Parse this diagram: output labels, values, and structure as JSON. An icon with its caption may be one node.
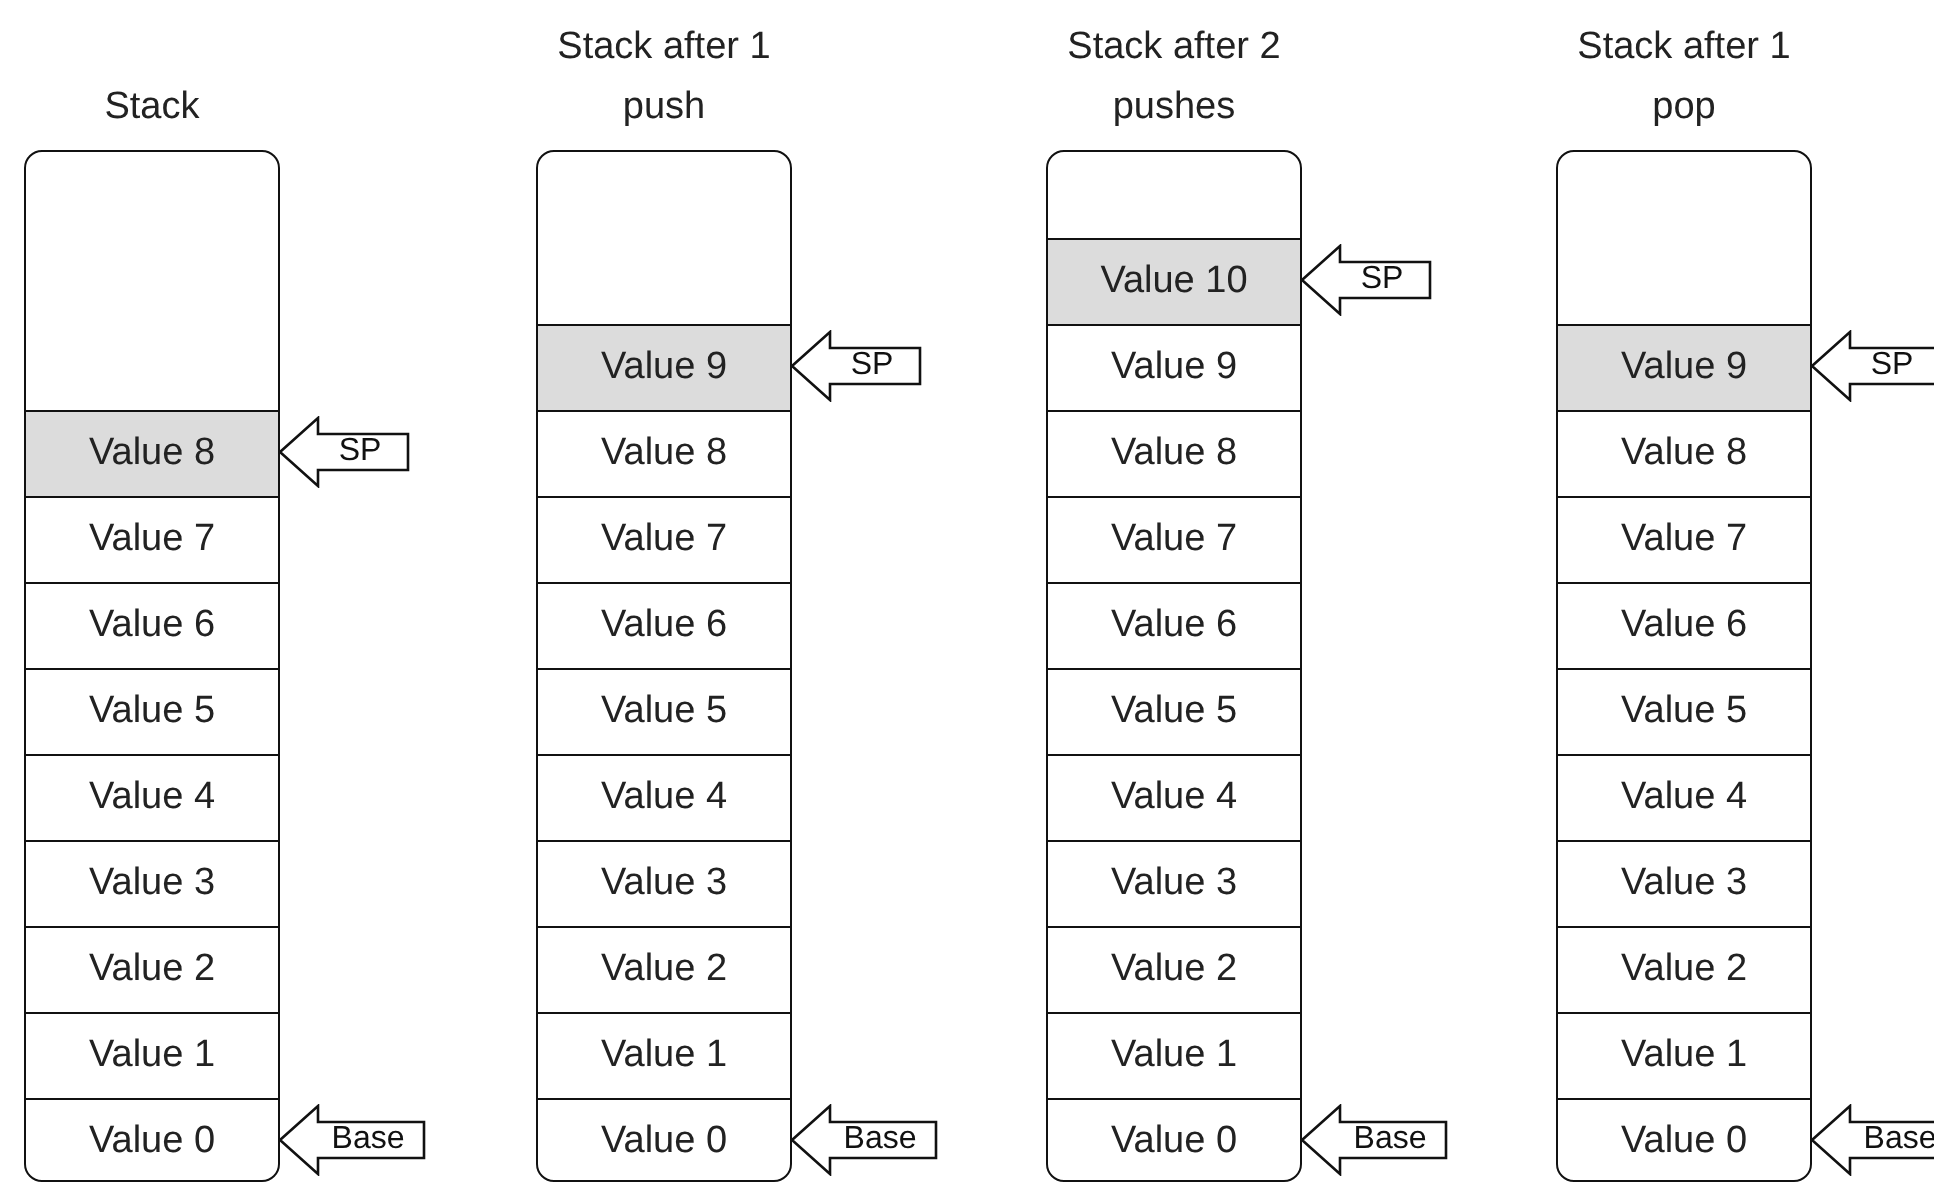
{
  "diagram": {
    "nodes": [
      {
        "text": [
          "Stack"
        ]
      },
      {
        "text": [
          "Value 8"
        ],
        "in": 0
      },
      {
        "text": [
          "Value 7"
        ],
        "in": 0
      },
      {
        "text": [
          "Value 6"
        ],
        "in": 0
      },
      {
        "text": [
          "Value 5"
        ],
        "in": 0
      },
      {
        "text": [
          "Value 4"
        ],
        "in": 0
      },
      {
        "text": [
          "Value 3"
        ],
        "in": 0
      },
      {
        "text": [
          "Value 2"
        ],
        "in": 0
      },
      {
        "text": [
          "Value 1"
        ],
        "in": 0
      },
      {
        "text": [
          "Value 0"
        ],
        "in": 0
      },
      {
        "text": [
          "SP"
        ]
      },
      {
        "text": [
          "Base"
        ]
      },
      {
        "text": [
          "Stack after 1 push"
        ]
      },
      {
        "text": [
          "Value 9"
        ],
        "in": 12
      },
      {
        "text": [
          "Value 8"
        ],
        "in": 12
      },
      {
        "text": [
          "Value 7"
        ],
        "in": 12
      },
      {
        "text": [
          "Value 6"
        ],
        "in": 12
      },
      {
        "text": [
          "Value 5"
        ],
        "in": 12
      },
      {
        "text": [
          "Value 4"
        ],
        "in": 12
      },
      {
        "text": [
          "Value 3"
        ],
        "in": 12
      },
      {
        "text": [
          "Value 2"
        ],
        "in": 12
      },
      {
        "text": [
          "Value 1"
        ],
        "in": 12
      },
      {
        "text": [
          "Value 0"
        ],
        "in": 12
      },
      {
        "text": [
          "SP"
        ]
      },
      {
        "text": [
          "Base"
        ]
      },
      {
        "text": [
          "Stack after 2 pushes"
        ]
      },
      {
        "text": [
          "Value 10"
        ],
        "in": 25
      },
      {
        "text": [
          "Value 9"
        ],
        "in": 25
      },
      {
        "text": [
          "Value 8"
        ],
        "in": 25
      },
      {
        "text": [
          "Value 7"
        ],
        "in": 25
      },
      {
        "text": [
          "Value 6"
        ],
        "in": 25
      },
      {
        "text": [
          "Value 5"
        ],
        "in": 25
      },
      {
        "text": [
          "Value 4"
        ],
        "in": 25
      },
      {
        "text": [
          "Value 3"
        ],
        "in": 25
      },
      {
        "text": [
          "Value 2"
        ],
        "in": 25
      },
      {
        "text": [
          "Value 1"
        ],
        "in": 25
      },
      {
        "text": [
          "Value 0"
        ],
        "in": 25
      },
      {
        "text": [
          "SP"
        ]
      },
      {
        "text": [
          "Base"
        ]
      },
      {
        "text": [
          "Stack after 1 pop"
        ]
      },
      {
        "text": [
          "Value 9"
        ],
        "in": 39
      },
      {
        "text": [
          "Value 8"
        ],
        "in": 39
      },
      {
        "text": [
          "Value 7"
        ],
        "in": 39
      },
      {
        "text": [
          "Value 6"
        ],
        "in": 39
      },
      {
        "text": [
          "Value 5"
        ],
        "in": 39
      },
      {
        "text": [
          "Value 4"
        ],
        "in": 39
      },
      {
        "text": [
          "Value 3"
        ],
        "in": 39
      },
      {
        "text": [
          "Value 2"
        ],
        "in": 39
      },
      {
        "text": [
          "Value 1"
        ],
        "in": 39
      },
      {
        "text": [
          "Value 0"
        ],
        "in": 39
      },
      {
        "text": [
          "SP"
        ]
      },
      {
        "text": [
          "Base"
        ]
      }
    ]
  }
}
